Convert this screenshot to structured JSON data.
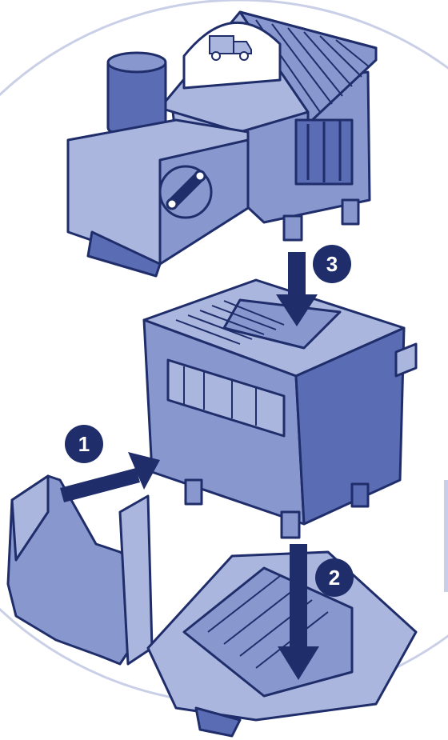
{
  "diagram": {
    "steps": [
      {
        "number": "1"
      },
      {
        "number": "2"
      },
      {
        "number": "3"
      }
    ],
    "colors": {
      "outline": "#1f2d6b",
      "fill_light": "#aab6de",
      "fill_mid": "#8898cf",
      "fill_dark": "#5a6cb3",
      "arrow": "#1f2d6b",
      "circle_guide": "#c9cfe6",
      "badge": "#1f2d6b"
    },
    "icons": [
      "truck-icon"
    ]
  }
}
